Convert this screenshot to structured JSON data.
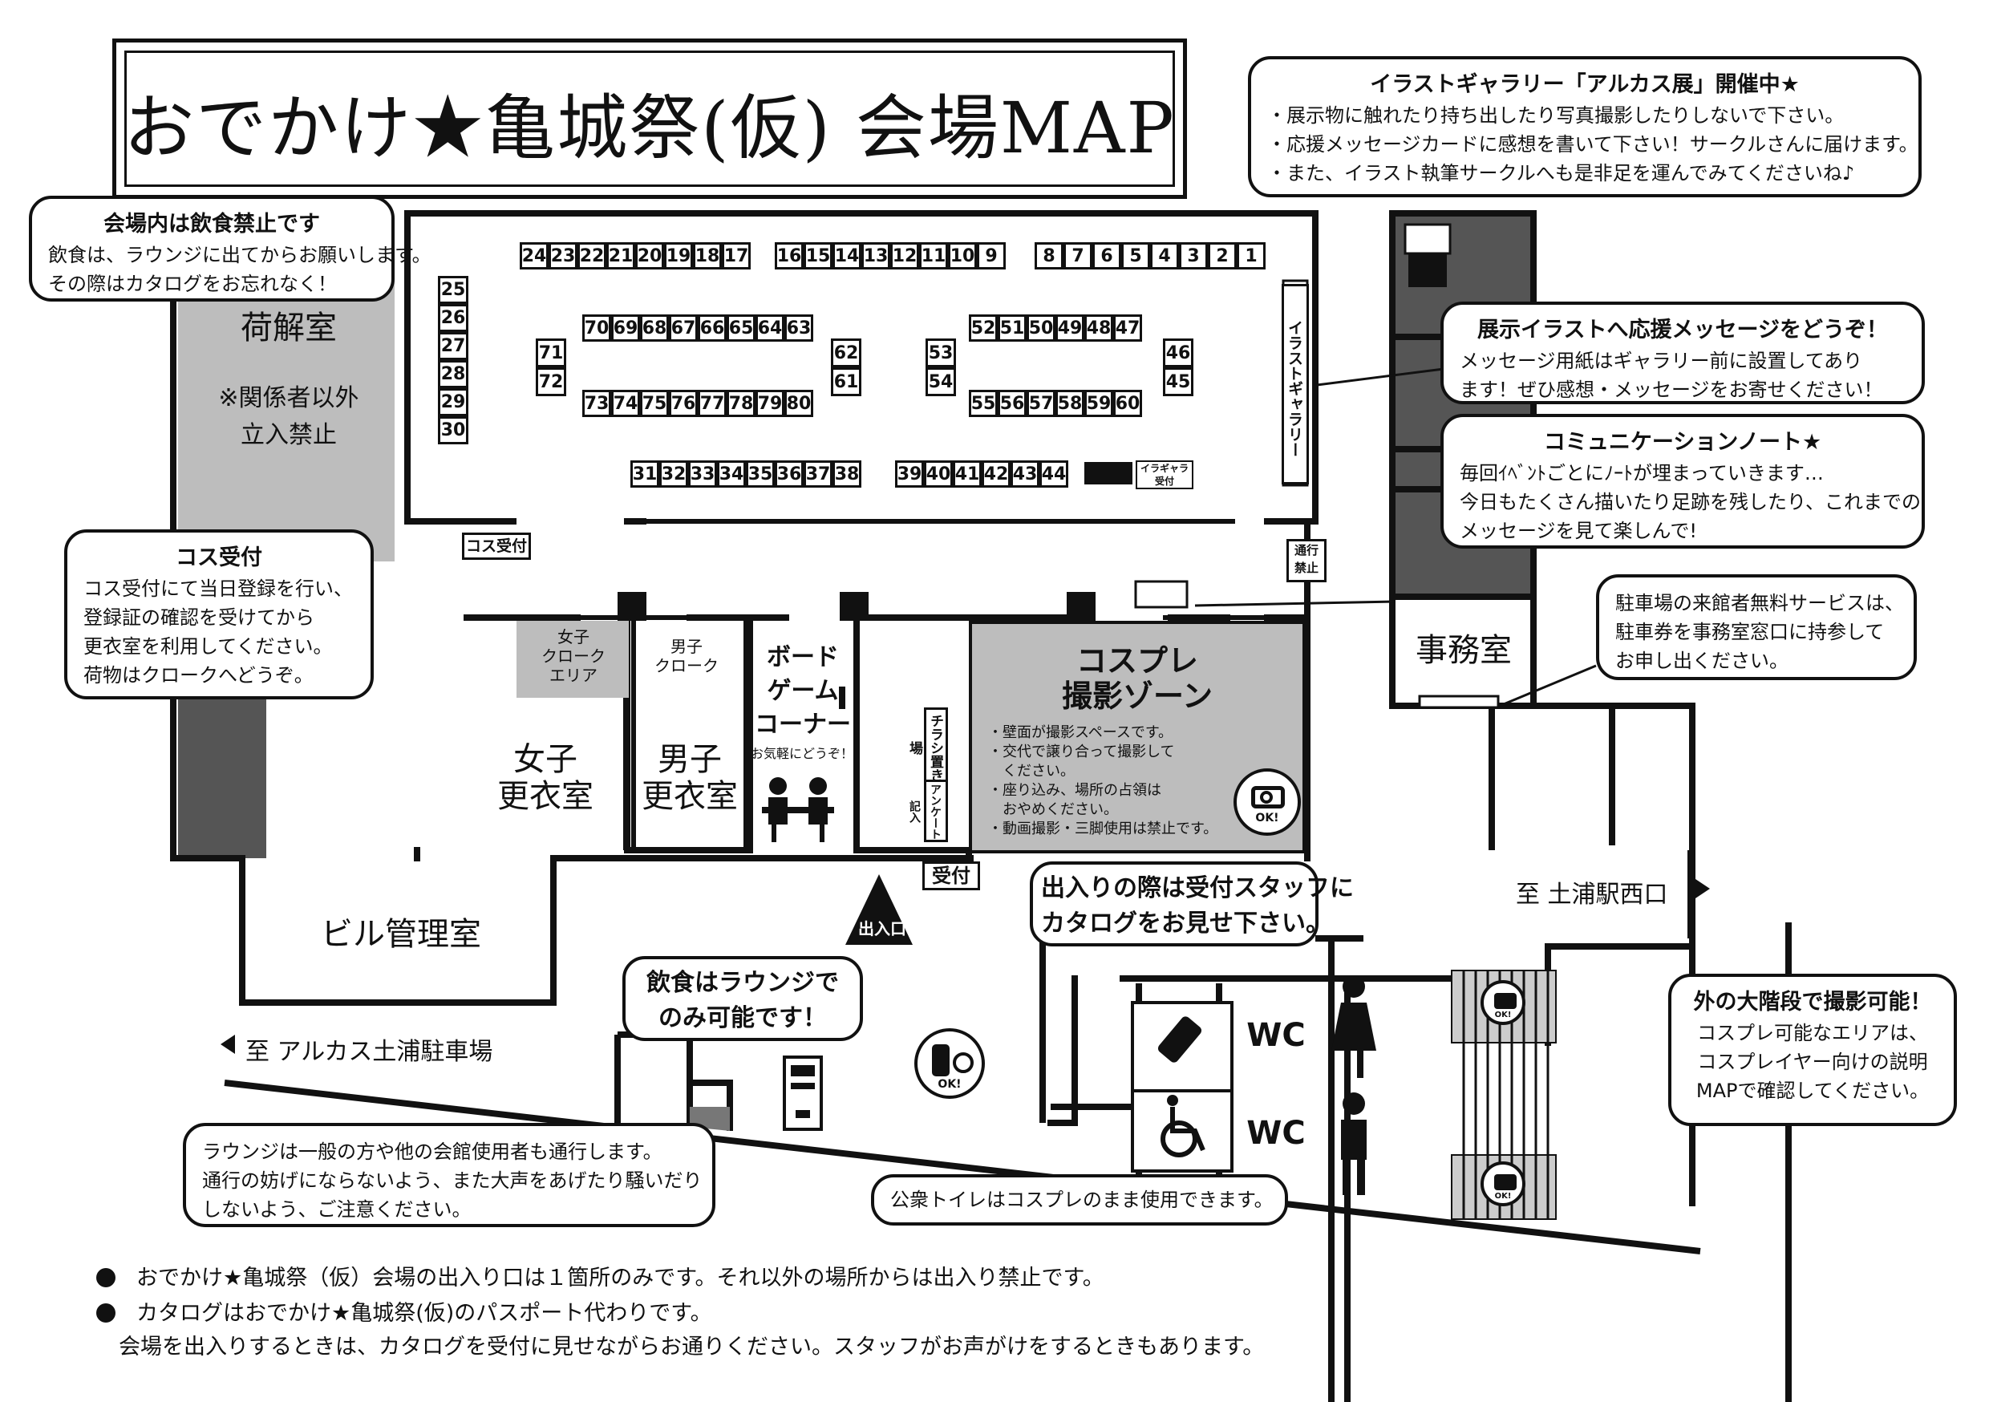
{
  "title": "おでかけ★亀城祭(仮) 会場MAP",
  "callouts": {
    "illust_gallery": {
      "heading": "イラストギャラリー「アルカス展」開催中★",
      "lines": [
        "・展示物に触れたり持ち出したり写真撮影したりしないで下さい。",
        "・応援メッセージカードに感想を書いて下さい！サークルさんに届けます。",
        "・また、イラスト執筆サークルへも是非足を運んでみてくださいね♪"
      ]
    },
    "no_eating": {
      "heading": "会場内は飲食禁止です",
      "lines": [
        "飲食は、ラウンジに出てからお願いします。",
        "その際はカタログをお忘れなく！"
      ]
    },
    "support_message": {
      "heading": "展示イラストへ応援メッセージをどうぞ！",
      "lines": [
        "メッセージ用紙はギャラリー前に設置してあり",
        "ます！ぜひ感想・メッセージをお寄せください！"
      ]
    },
    "communication_note": {
      "heading": "コミュニケーションノート★",
      "lines": [
        "毎回ｲﾍﾞﾝﾄごとにﾉｰﾄが埋まっていきます…",
        "今日もたくさん描いたり足跡を残したり、これまでの",
        "メッセージを見て楽しんで!"
      ]
    },
    "cos_reception": {
      "heading": "コス受付",
      "lines": [
        "コス受付にて当日登録を行い、",
        "登録証の確認を受けてから",
        "更衣室を利用してください。",
        "荷物はクロークへどうぞ。"
      ]
    },
    "parking": {
      "lines": [
        "駐車場の来館者無料サービスは、",
        "駐車券を事務室窓口に持参して",
        "お申し出ください。"
      ]
    },
    "entry_catalog": {
      "lines": [
        "出入りの際は受付スタッフに",
        "カタログをお見せ下さい。"
      ]
    },
    "lounge_eating": {
      "lines": [
        "飲食はラウンジで",
        "のみ可能です！"
      ]
    },
    "outdoor_stairs": {
      "heading": "外の大階段で撮影可能！",
      "lines": [
        "コスプレ可能なエリアは、",
        "コスプレイヤー向けの説明",
        "MAPで確認してください。"
      ]
    },
    "lounge": {
      "lines": [
        "ラウンジは一般の方や他の会館使用者も通行します。",
        "通行の妨げにならないよう、また大声をあげたり騒いだり",
        "しないよう、ご注意ください。"
      ]
    },
    "public_toilet": {
      "lines": [
        "公衆トイレはコスプレのまま使用できます。"
      ]
    }
  },
  "rooms": {
    "unloading": "荷解室",
    "staff_only_1": "※関係者以外",
    "staff_only_2": "立入禁止",
    "building_mgmt": "ビル管理室",
    "office": "事務室",
    "womens_changing_1": "女子",
    "womens_changing_2": "更衣室",
    "mens_changing_1": "男子",
    "mens_changing_2": "更衣室",
    "womens_cloak": "女子\nクローク\nエリア",
    "mens_cloak": "男子\nクローク",
    "board_game_1": "ボード",
    "board_game_2": "ゲーム",
    "board_game_3": "コーナー",
    "board_game_note": "お気軽にどうぞ！",
    "cosplay_zone_1": "コスプレ",
    "cosplay_zone_2": "撮影ゾーン",
    "cosplay_rules": [
      "・壁面が撮影スペースです。",
      "・交代で譲り合って撮影して",
      "　ください。",
      "・座り込み、場所の占領は",
      "　おやめください。",
      "・動画撮影・三脚使用は禁止です。"
    ],
    "ok_label": "OK!",
    "flyer": "チラシ置き場",
    "survey": "アンケート記入",
    "reception": "受付",
    "cos_reception_label": "コス受付",
    "entrance": "出入口",
    "gallery": "イラストギャラリー",
    "no_passage": "通行禁止",
    "illgal_reception": "イラギャラ受付",
    "wc_1": "WC",
    "wc_2": "WC"
  },
  "directions": {
    "station": "至 土浦駅西口",
    "parking": "至 アルカス土浦駐車場"
  },
  "booths": {
    "row_top": [
      "24",
      "23",
      "22",
      "21",
      "20",
      "19",
      "18",
      "17",
      "16",
      "15",
      "14",
      "13",
      "12",
      "11",
      "10",
      "9",
      "8",
      "7",
      "6",
      "5",
      "4",
      "3",
      "2",
      "1"
    ],
    "col_left": [
      "25",
      "26",
      "27",
      "28",
      "29",
      "30"
    ],
    "block_a_top": [
      "70",
      "69",
      "68",
      "67",
      "66",
      "65",
      "64",
      "63"
    ],
    "block_a_bottom": [
      "73",
      "74",
      "75",
      "76",
      "77",
      "78",
      "79",
      "80"
    ],
    "block_a_left": [
      "71",
      "72"
    ],
    "block_a_right": [
      "62",
      "61"
    ],
    "block_b_top": [
      "52",
      "51",
      "50",
      "49",
      "48",
      "47"
    ],
    "block_b_bottom": [
      "55",
      "56",
      "57",
      "58",
      "59",
      "60"
    ],
    "block_b_left": [
      "53",
      "54"
    ],
    "block_b_right": [
      "46",
      "45"
    ],
    "row_bottom_1": [
      "31",
      "32",
      "33",
      "34",
      "35",
      "36",
      "37",
      "38"
    ],
    "row_bottom_2": [
      "39",
      "40",
      "41",
      "42",
      "43",
      "44"
    ]
  },
  "footer": {
    "line1": "おでかけ★亀城祭（仮）会場の出入り口は１箇所のみです。それ以外の場所からは出入り禁止です。",
    "line2": "カタログはおでかけ★亀城祭(仮)のパスポート代わりです。",
    "line3": "会場を出入りするときは、カタログを受付に見せながらお通りください。スタッフがお声がけをするときもあります。"
  }
}
